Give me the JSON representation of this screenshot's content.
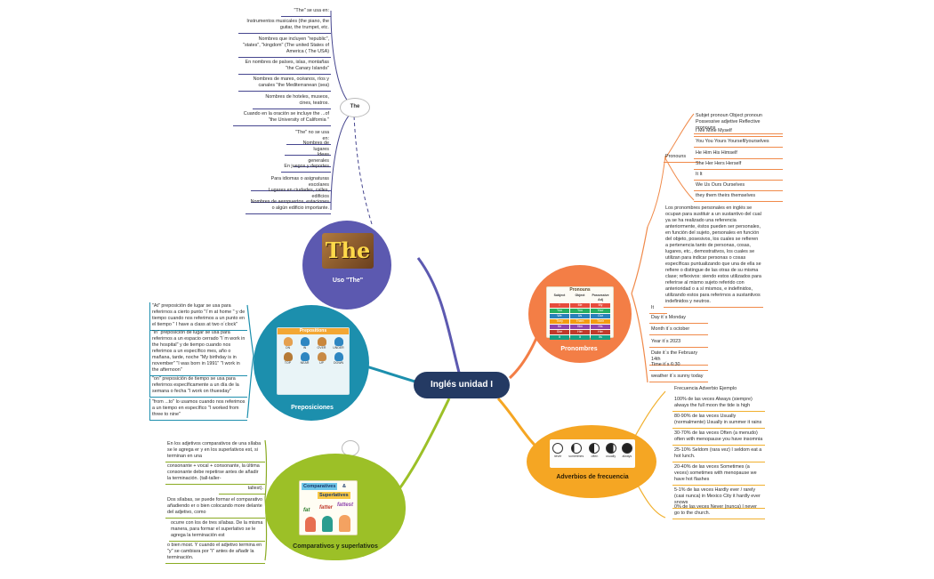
{
  "center": {
    "title": "Inglés unidad I"
  },
  "the_section": {
    "title": "Uso \"The\"",
    "bubble_label": "The",
    "image_text": "The",
    "notes": [
      "\"The\" se usa en:",
      "Instrumentos musicales (the piano, the guitar, the trumpet, etc.",
      "Nombres que incluyen \"republic\", \"states\", \"kingdom\" (The united States of America ( The USA)",
      "En nombres de países, islas, montañas \"the Canary Islands\"",
      "Nombres de mares, océanos, ríos y canales \"the Mediterranean (sea)",
      "Nombres de hoteles, museos, cines, teatros.",
      "Cuando en la oración se incluye the ...of \"the University of California \"",
      "\"The\" no se usa en:",
      "Nombres de lugares",
      "Ideas generales",
      "En juegos y deportes",
      "Para idiomas o asignaturas escolares",
      "Lugares en ciudades, calles, edificios",
      "Nombres de aeropuertos, estaciones o algún edificio importante."
    ]
  },
  "prep_section": {
    "title": "Preposiciones",
    "image_title": "Prepositions",
    "image_labels": [
      "ON",
      "IN",
      "OVER",
      "UNDER",
      "TOP",
      "NEAR",
      "UP",
      "DOWN"
    ],
    "notes": [
      "\"At\" preposición de lugar se usa para referirnos a cierto punto \"I´m at home \" y de tiempo cuando nos referimos a un punto en el tiempo \" I have a class at two o´clock\"",
      "\"in\" preposición de lugar se usa para referirnos a un espacio cerrado \"I´m work in the hospital\" y de tiempo cuando nos referimos a un específico mes, año o mañana, tarde, noche \"My birthday is in november\" \"I was born in 1991\" \"I work in the afternoon\"",
      "\"on\" preposición de tiempo se usa para referirnos específicamente a un día de la semana o fecha \"I work on thuesday\"",
      "\"from ...to\" lo usamos cuando nos referimos a un tiempo en específico \"I worked from three to nine\""
    ]
  },
  "comp_section": {
    "title": "Comparativos y superlativos",
    "image_words": [
      "Comparatives",
      "&",
      "Superlatives",
      "fat",
      "fatter",
      "fattest"
    ],
    "notes": [
      "En los adjetivos comparativos de una sílaba se le agrega er y en los superlativos est, si terminan en una",
      "consonante + vocal + consonante, la última consonante debe repetirse antes de añadir la terminación. (tall-taller-",
      "tallest).",
      "Dos sílabas, se puede formar el comparativo añadiendo er o bien colocando more delante del adjetivo, como",
      "ocurre con los de tres sílabas. De la misma manera, para formar el superlativo se le agrega la terminación est",
      "o bien most. Y cuando el adjetivo termina en \"y\" se cambiara por \"i\" antes de añadir la terminación."
    ]
  },
  "pron_section": {
    "title": "Pronombres",
    "image_title": "Pronouns",
    "image_headers": [
      "Subject",
      "Object",
      "Possessive Adj"
    ],
    "image_rows": [
      [
        "I",
        "Me",
        "My"
      ],
      [
        "You",
        "You",
        "Your"
      ],
      [
        "We",
        "Us",
        "Our"
      ],
      [
        "They",
        "Them",
        "Their"
      ],
      [
        "He",
        "Him",
        "His"
      ],
      [
        "She",
        "Her",
        "Her"
      ],
      [
        "It",
        "It",
        "Its"
      ]
    ],
    "pronouns_label": "Pronouns",
    "pronoun_rows": [
      "Subjet pronoun Object pronoun Possessive adjetive Reflective pronouns",
      "I Me Mine Myself",
      "You You Yours Yourself/yourselves",
      "He Him His Himself",
      "She Her Hers Herself",
      "It It",
      "We Us Ours Ourselves",
      "they them theirs themselves"
    ],
    "paragraph": "Los pronombres personales en inglés se ocupan para sustituir a un sustantivo del cual ya se ha realizado una referencia anteriormente, éstos pueden ser personales, en función del sujeto, personales en función del objeto, posesivos, los cuales se refieren a pertenencia tanto de personas, cosas, lugares, etc., demostrativos, los cuales se utilizan para indicar personas o cosas específicas puntualizando que una de ella se refiere o distingue de las otras de su misma clase; reflexivos: siendo estos utilizados para referirse al mismo sujeto referido con anterioridad o a sí mismos, e indefinidos, utilizando estos para referirnos a sustantivos indefinidos y neutros.",
    "it_label": "It",
    "it_items": [
      "Day it´s Monday",
      "Month it´s october",
      "Year it´s 2023",
      "Date it´s the February 14th",
      "Time it´s 6:30",
      "weather it´s sunny today"
    ]
  },
  "freq_section": {
    "title": "Adverbios de frecuencia",
    "header": "Frecuencia Adverbio Ejemplo",
    "image_labels": [
      "never",
      "sometimes",
      "often",
      "usually",
      "always"
    ],
    "items": [
      "100% de las veces Always (siempre) always the full moon the tide is high",
      "80-90% de las veces Usually (normalmente) Usually in summer it rains",
      "30-70% de las veces Often (a menudo) often with menopause you have insomnia",
      "25-10% Seldom (rara vez) I seldom eat a hot lunch.",
      "20-40% de las veces Sometimes (a veces) sometimes with menopause we have hot flashes",
      "5-1% de las veces Hardly ever / rarely (casi nunca) in Mexico City it hardly ever snows",
      "0% de las veces Never (nunca) I never go to the church."
    ]
  },
  "colors": {
    "the": "#5c59b0",
    "prep": "#1c8fad",
    "comp": "#9cc027",
    "pron": "#f37e46",
    "freq": "#f5a623",
    "center": "#243a63"
  }
}
